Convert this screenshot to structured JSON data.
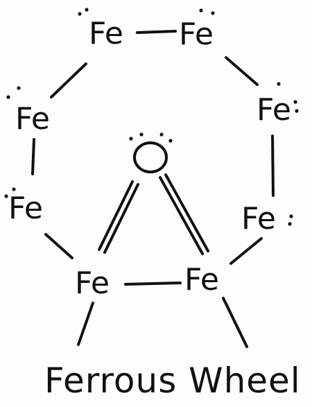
{
  "diagram": {
    "atoms": [
      {
        "id": "fe_top_left",
        "label": "Fe"
      },
      {
        "id": "fe_top_right",
        "label": "Fe"
      },
      {
        "id": "fe_left_upper",
        "label": "Fe"
      },
      {
        "id": "fe_right_upper",
        "label": "Fe"
      },
      {
        "id": "fe_left_lower",
        "label": "Fe"
      },
      {
        "id": "fe_right_lower",
        "label": "Fe"
      },
      {
        "id": "fe_bottom_left",
        "label": "Fe"
      },
      {
        "id": "fe_bottom_right",
        "label": "Fe"
      },
      {
        "id": "oxygen",
        "label": "O"
      }
    ],
    "caption": "Ferrous Wheel"
  }
}
